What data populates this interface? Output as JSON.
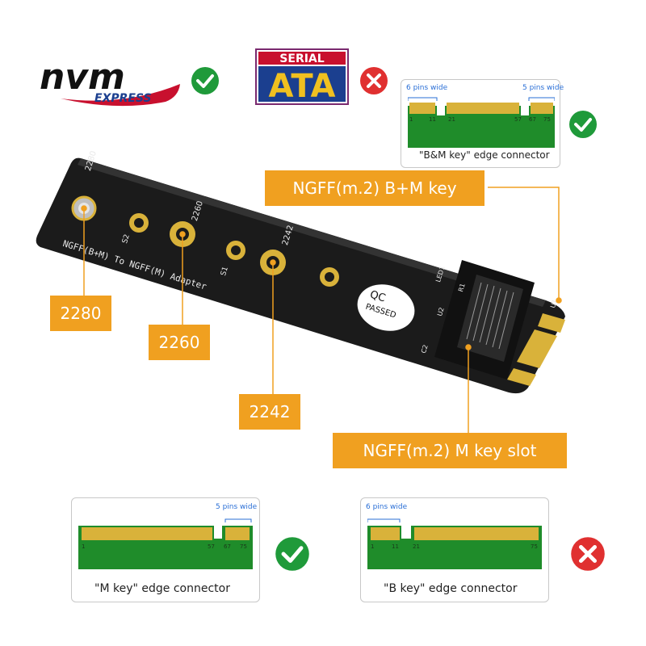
{
  "logos": {
    "nvm": "nvm",
    "nvm_sub": "EXPRESS",
    "sata_top": "SERIAL",
    "sata_main": "ATA"
  },
  "status": {
    "ok_color": "#1f9a3a",
    "no_color": "#e03030"
  },
  "board": {
    "silk_2280": "2280",
    "silk_2260": "2260",
    "silk_2242": "2242",
    "silk_s2": "S2",
    "silk_s1": "S1",
    "silk_title": "NGFF(B+M) To NGFF(M) Adapter",
    "silk_led": "LED1",
    "silk_r1": "R1",
    "silk_u2": "U2",
    "silk_u1": "U1",
    "silk_c2": "C2",
    "qc_top": "QC",
    "qc_bottom": "PASSED"
  },
  "callouts": {
    "bm_key": "NGFF(m.2) B+M key",
    "m_key_slot": "NGFF(m.2) M key slot",
    "len_2280": "2280",
    "len_2260": "2260",
    "len_2242": "2242"
  },
  "connectors": {
    "bm": {
      "left_note": "6 pins wide",
      "right_note": "5 pins wide",
      "caption": "\"B&M key\" edge connector",
      "pins": [
        "1",
        "11",
        "21",
        "57",
        "67",
        "75"
      ]
    },
    "m": {
      "right_note": "5 pins wide",
      "caption": "\"M key\" edge connector",
      "pins": [
        "1",
        "57",
        "67",
        "75"
      ]
    },
    "b": {
      "left_note": "6 pins wide",
      "caption": "\"B key\" edge connector",
      "pins": [
        "1",
        "11",
        "21",
        "75"
      ]
    }
  },
  "colors": {
    "accent": "#f0a020",
    "pcb_green": "#1f8c2a",
    "gold": "#d9b23a"
  }
}
